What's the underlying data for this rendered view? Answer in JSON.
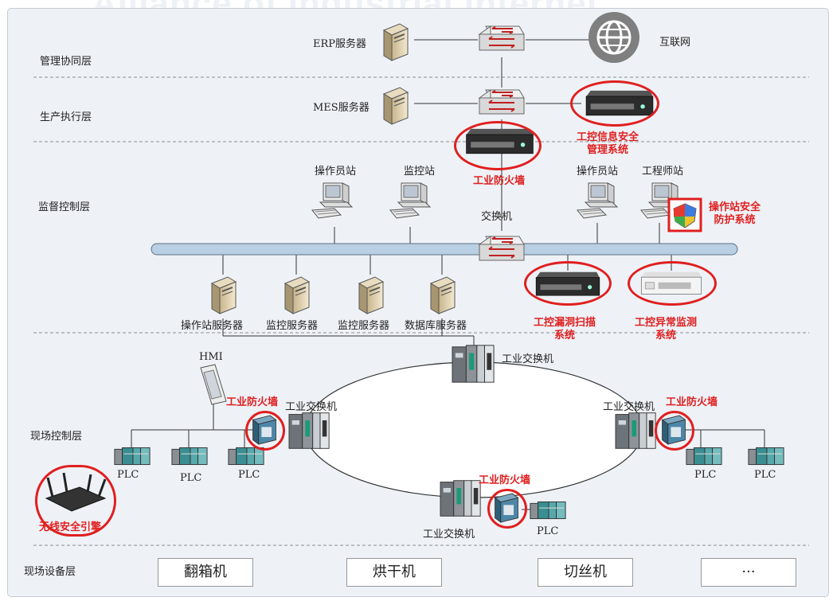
{
  "watermark": "Alliance of Industrial Internet",
  "layers": {
    "management": "管理协同层",
    "production": "生产执行层",
    "supervisory": "监督控制层",
    "field_control": "现场控制层",
    "field_device": "现场设备层"
  },
  "nodes": {
    "erp_server": "ERP服务器",
    "internet": "互联网",
    "mes_server": "MES服务器",
    "operator_station_1": "操作员站",
    "monitor_station": "监控站",
    "switch_center": "交换机",
    "operator_station_2": "操作员站",
    "engineer_station": "工程师站",
    "op_station_server": "操作站服务器",
    "monitor_server_1": "监控服务器",
    "monitor_server_2": "监控服务器",
    "db_server": "数据库服务器",
    "hmi": "HMI",
    "ind_switch_top": "工业交换机",
    "ind_switch_left": "工业交换机",
    "ind_switch_right": "工业交换机",
    "ind_switch_bottom": "工业交换机",
    "plc_1": "PLC",
    "plc_2": "PLC",
    "plc_3": "PLC",
    "plc_4": "PLC",
    "plc_5": "PLC",
    "plc_bottom": "PLC"
  },
  "security": {
    "info_mgmt_line1": "工控信息安全",
    "info_mgmt_line2": "管理系统",
    "firewall_main": "工业防火墙",
    "station_protect_line1": "操作站安全",
    "station_protect_line2": "防护系统",
    "vuln_scan_line1": "工控漏洞扫描",
    "vuln_scan_line2": "系统",
    "anomaly_line1": "工控异常监测",
    "anomaly_line2": "系统",
    "firewall_left": "工业防火墙",
    "firewall_right": "工业防火墙",
    "firewall_bottom": "工业防火墙",
    "wireless_engine": "无线安全引擎"
  },
  "devices": [
    "翻箱机",
    "烘干机",
    "切丝机",
    "···"
  ],
  "colors": {
    "accent": "#e01f1f",
    "bus": "#b9cfe4",
    "frame": "#eef2f7"
  }
}
